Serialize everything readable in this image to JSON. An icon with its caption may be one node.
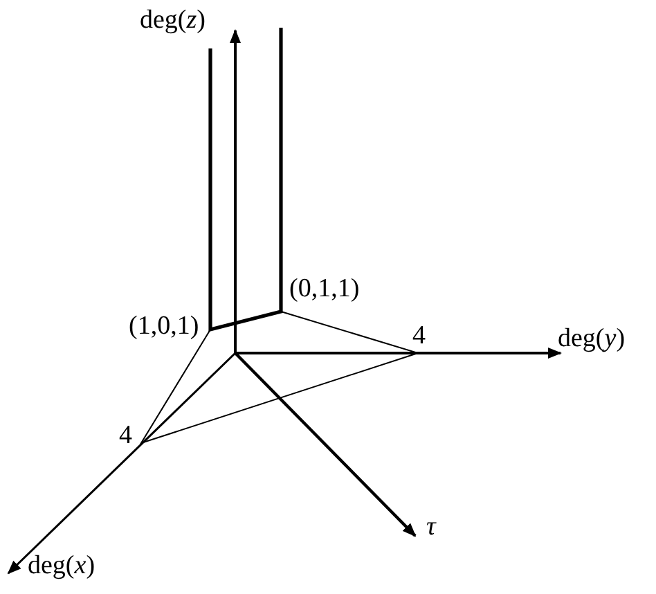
{
  "diagram": {
    "labels": [
      "deg(*z*)",
      "(1,0,1)",
      "(0,1,1)",
      "4",
      "deg(*y*)",
      "4",
      "*τ*",
      "deg(*x*)"
    ]
  }
}
